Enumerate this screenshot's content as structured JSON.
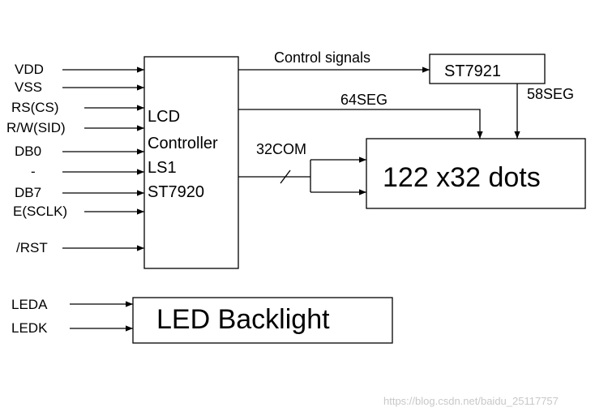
{
  "controller": {
    "lines": [
      "LCD",
      "Controller",
      "LS1",
      "ST7920"
    ]
  },
  "inputs": [
    "VDD",
    "VSS",
    "RS(CS)",
    "R/W(SID)",
    "DB0",
    "-",
    "DB7",
    "E(SCLK)",
    "/RST"
  ],
  "driver": {
    "label": "ST7921"
  },
  "display": {
    "label": "122 x32 dots"
  },
  "signals": {
    "control": "Control signals",
    "seg64": "64SEG",
    "seg58": "58SEG",
    "com32": "32COM"
  },
  "backlight": {
    "label": "LED Backlight",
    "inputs": [
      "LEDA",
      "LEDK"
    ]
  },
  "watermark": "https://blog.csdn.net/baidu_25117757"
}
